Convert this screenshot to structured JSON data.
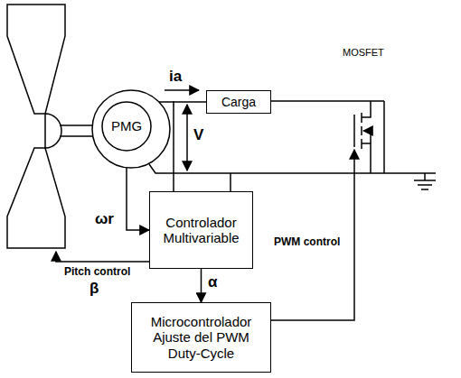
{
  "diagram": {
    "nodes": [
      {
        "text": [
          "PMG"
        ]
      },
      {
        "text": [
          "Carga"
        ]
      },
      {
        "text": [
          "Controlador Multivariable"
        ]
      },
      {
        "text": [
          "Microcontrolador Ajuste del PWM Duty-Cycle"
        ]
      }
    ],
    "edges": [
      {
        "from": 0,
        "to": 1,
        "arrow": "none"
      },
      {
        "from": 0,
        "to": 2,
        "label": "ωr",
        "arrow": "to"
      },
      {
        "from": 2,
        "to": 3,
        "label": "α",
        "arrow": "to"
      }
    ],
    "labels": [
      "ia",
      "V",
      "MOSFET",
      "Pitch control",
      "β",
      "PWM control"
    ]
  }
}
